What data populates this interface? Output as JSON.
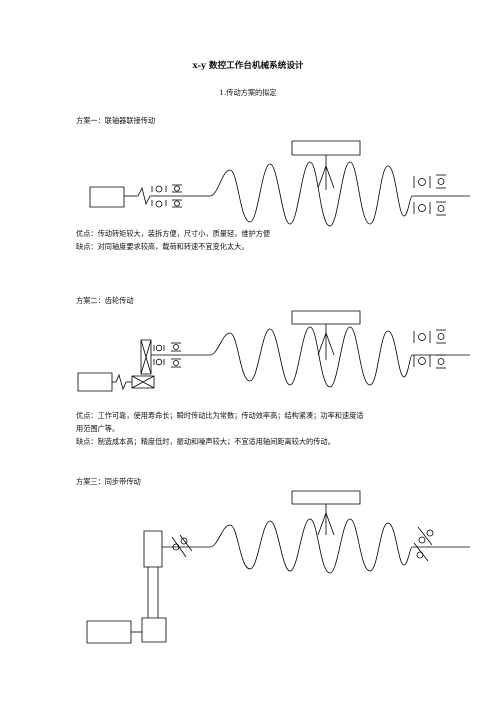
{
  "doc": {
    "title": "x-y 数控工作台机械系统设计",
    "subtitle": "1.传动方案的拟定",
    "scheme1": {
      "heading": "方案一：联轴器联接传动",
      "pros": "优点：传动转矩较大，装拆方便，尺寸小，质量轻，维护方便",
      "cons": "缺点：对同轴度要求较高，载荷和转速不宜变化太大。"
    },
    "scheme2": {
      "heading": "方案二：齿轮传动",
      "pros_line1": "优点：工作可靠，使用寿命长；瞬时传动比为常数；传动效率高；结构紧凑；功率和速度适",
      "pros_line2": "用范围广等。",
      "cons": "缺点：制造成本高；精度低时，振动和噪声较大；不宜适用轴间距离较大的传动。"
    },
    "scheme3": {
      "heading": "方案三：同步带传动"
    }
  }
}
